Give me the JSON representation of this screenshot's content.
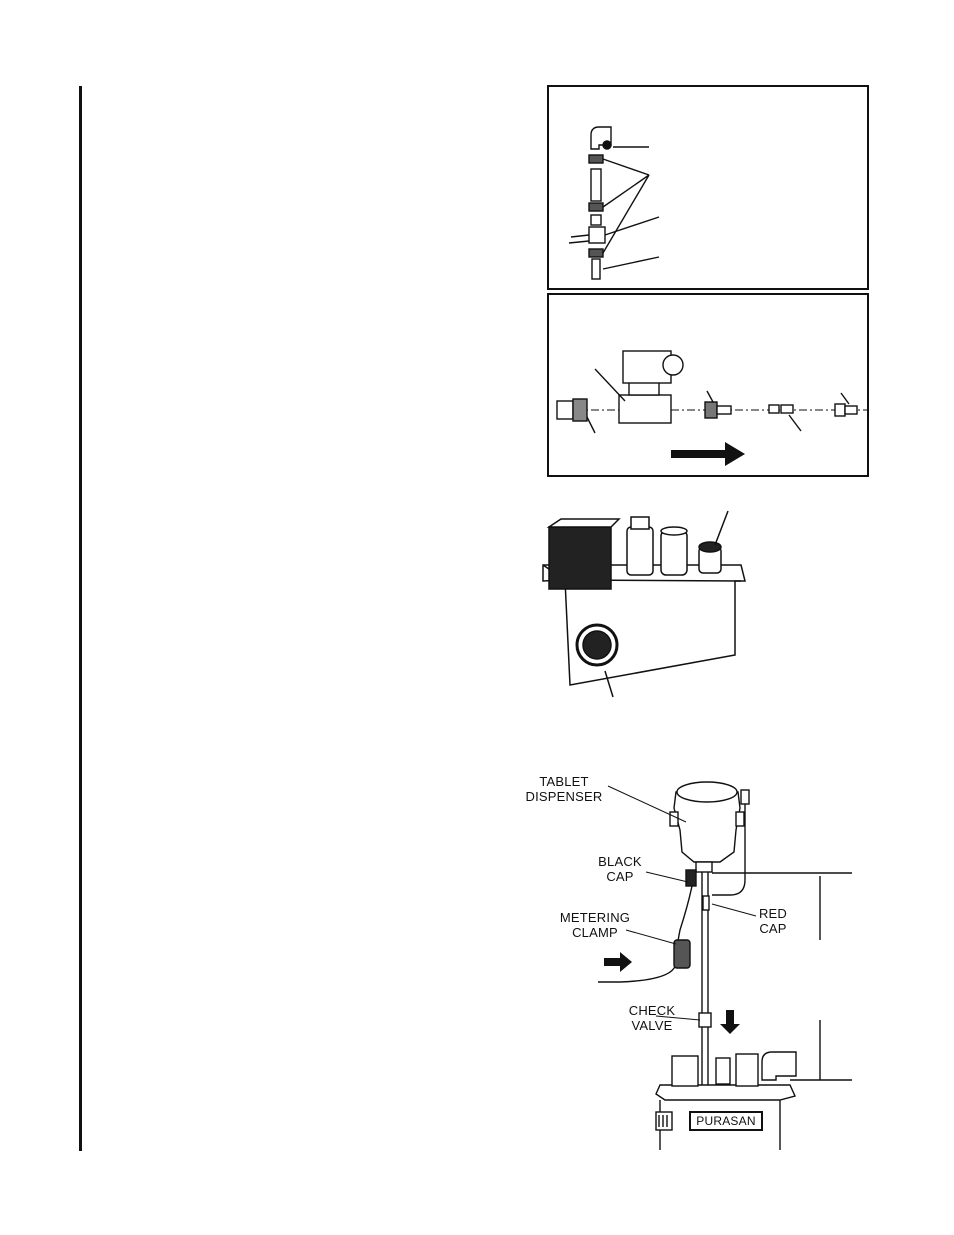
{
  "labels": {
    "tablet_dispenser": [
      "TABLET",
      "DISPENSER"
    ],
    "black_cap": [
      "BLACK",
      "CAP"
    ],
    "metering_clamp": [
      "METERING",
      "CLAMP"
    ],
    "red_cap": [
      "RED",
      "CAP"
    ],
    "check_valve": [
      "CHECK",
      "VALVE"
    ],
    "tank_brand": "PURASAN"
  }
}
